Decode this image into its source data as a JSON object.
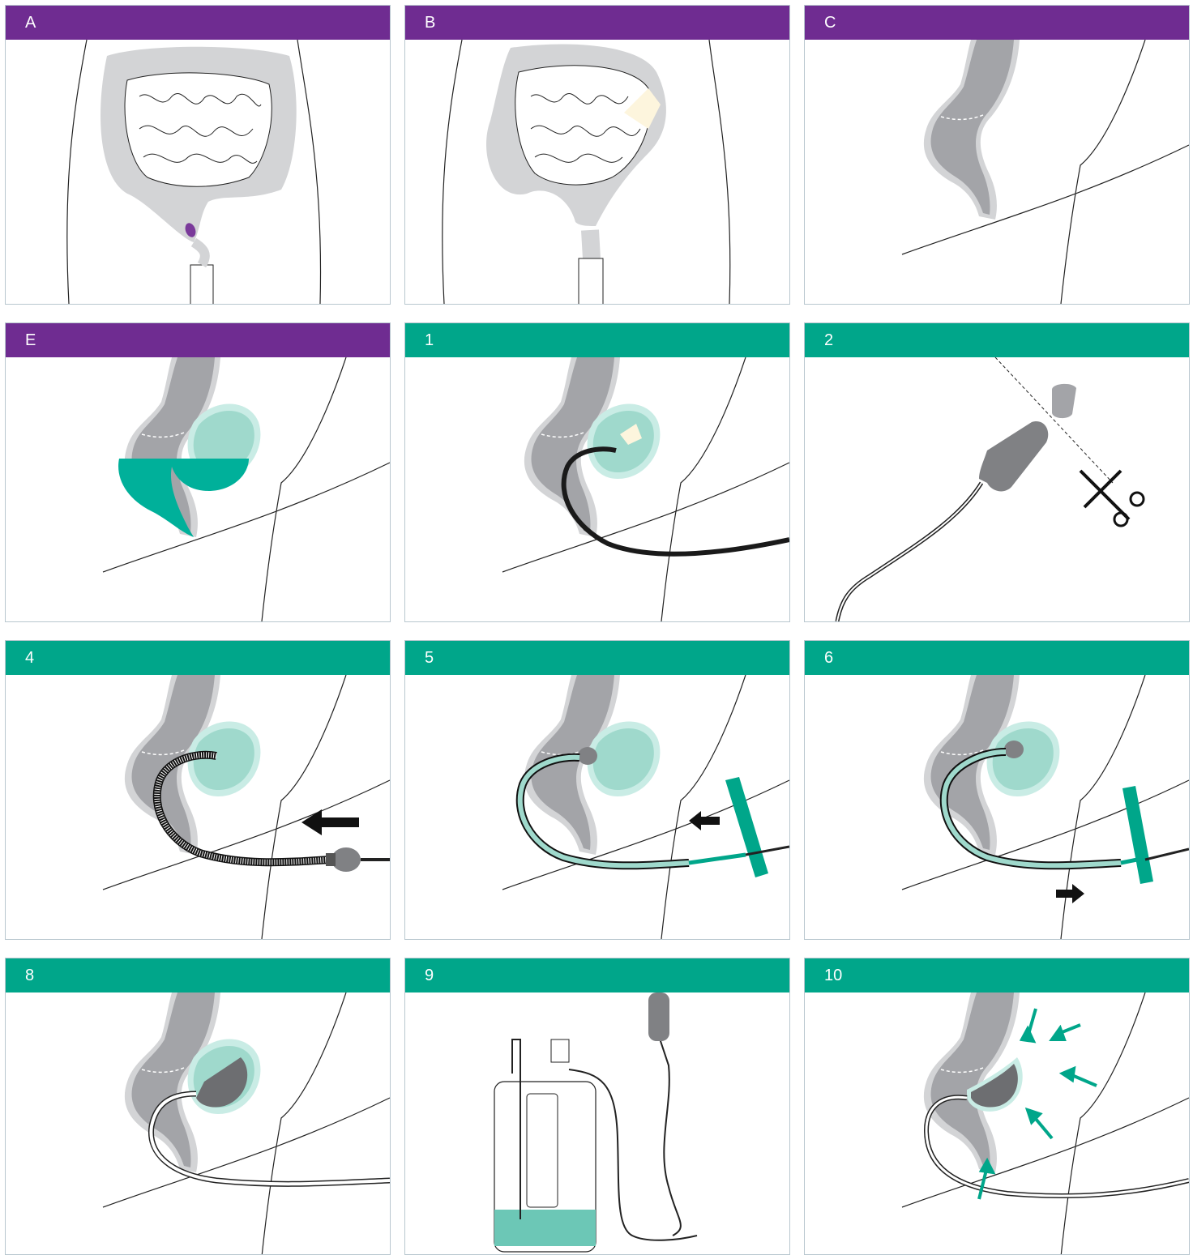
{
  "colors": {
    "purple": "#6f2c91",
    "teal": "#00a68a",
    "tissue": "#a3a4a8",
    "tissue_outline": "#d3d4d6",
    "cavity": "#9fd9cc",
    "fluid": "#00b09a"
  },
  "panels": [
    {
      "label": "A",
      "scheme": "purple"
    },
    {
      "label": "B",
      "scheme": "purple"
    },
    {
      "label": "C",
      "scheme": "purple"
    },
    {
      "label": "E",
      "scheme": "purple"
    },
    {
      "label": "1",
      "scheme": "teal"
    },
    {
      "label": "2",
      "scheme": "teal"
    },
    {
      "label": "4",
      "scheme": "teal"
    },
    {
      "label": "5",
      "scheme": "teal"
    },
    {
      "label": "6",
      "scheme": "teal"
    },
    {
      "label": "8",
      "scheme": "teal"
    },
    {
      "label": "9",
      "scheme": "teal"
    },
    {
      "label": "10",
      "scheme": "teal"
    }
  ]
}
